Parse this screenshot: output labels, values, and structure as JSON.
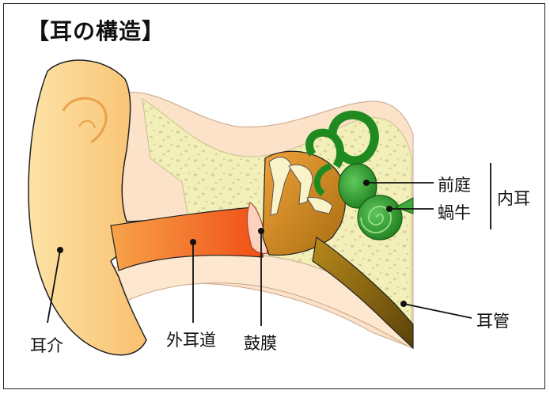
{
  "title": "【耳の構造】",
  "labels": {
    "jikai": "耳介",
    "gaijido": "外耳道",
    "komaku": "鼓膜",
    "jikan": "耳管",
    "zentei": "前庭",
    "kagyu": "蝸牛",
    "naiji": "内耳"
  },
  "colors": {
    "outer_ear": "#f6a94a",
    "canal": "#f26d1f",
    "bone": "#f3efb0",
    "inner_ear": "#2a9a2a",
    "tube": "#7a5a0a",
    "skin": "#fbe0c4"
  }
}
